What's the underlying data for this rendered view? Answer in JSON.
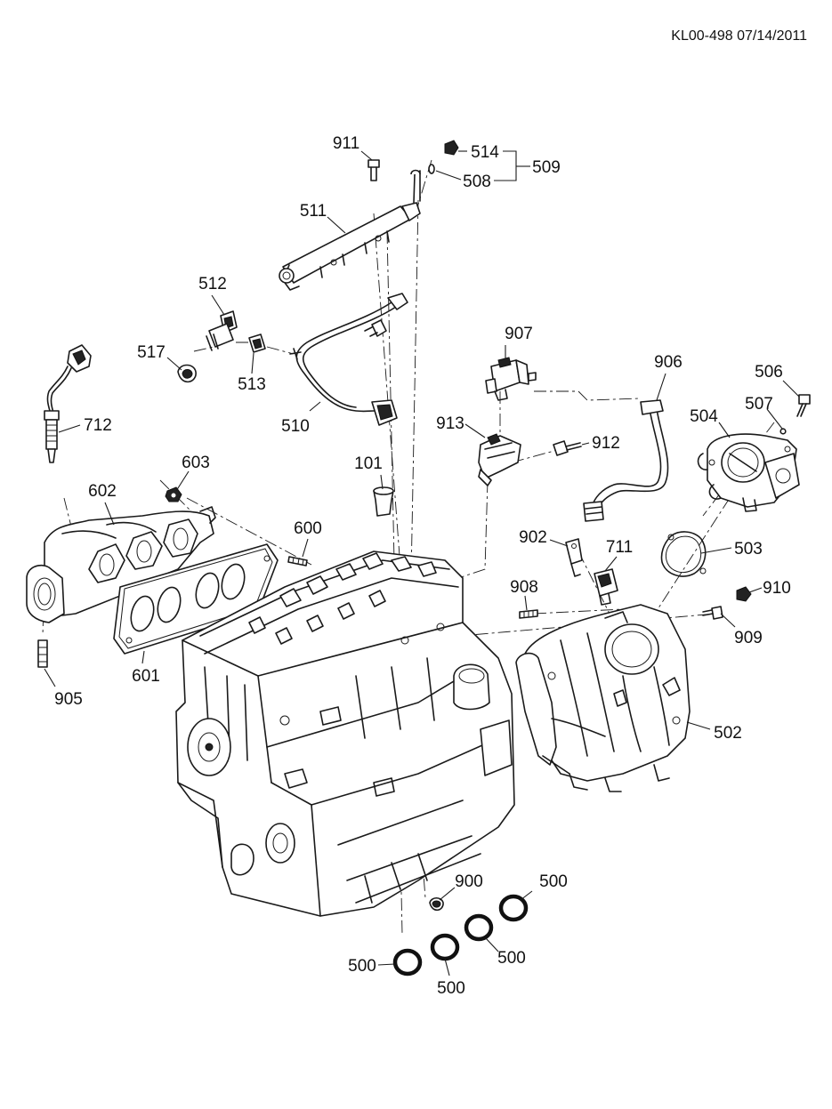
{
  "reference": "KL00-498 07/14/2011",
  "callouts": [
    {
      "id": "911",
      "label": "911"
    },
    {
      "id": "514",
      "label": "514"
    },
    {
      "id": "508",
      "label": "508"
    },
    {
      "id": "509",
      "label": "509"
    },
    {
      "id": "511",
      "label": "511"
    },
    {
      "id": "512",
      "label": "512"
    },
    {
      "id": "517",
      "label": "517"
    },
    {
      "id": "513",
      "label": "513"
    },
    {
      "id": "510",
      "label": "510"
    },
    {
      "id": "712",
      "label": "712"
    },
    {
      "id": "907",
      "label": "907"
    },
    {
      "id": "906",
      "label": "906"
    },
    {
      "id": "506",
      "label": "506"
    },
    {
      "id": "507",
      "label": "507"
    },
    {
      "id": "504",
      "label": "504"
    },
    {
      "id": "913",
      "label": "913"
    },
    {
      "id": "912",
      "label": "912"
    },
    {
      "id": "603",
      "label": "603"
    },
    {
      "id": "602",
      "label": "602"
    },
    {
      "id": "101",
      "label": "101"
    },
    {
      "id": "600",
      "label": "600"
    },
    {
      "id": "902",
      "label": "902"
    },
    {
      "id": "711",
      "label": "711"
    },
    {
      "id": "503",
      "label": "503"
    },
    {
      "id": "908",
      "label": "908"
    },
    {
      "id": "910",
      "label": "910"
    },
    {
      "id": "909",
      "label": "909"
    },
    {
      "id": "601",
      "label": "601"
    },
    {
      "id": "905",
      "label": "905"
    },
    {
      "id": "502",
      "label": "502"
    },
    {
      "id": "900",
      "label": "900"
    },
    {
      "id": "500a",
      "label": "500"
    },
    {
      "id": "500b",
      "label": "500"
    },
    {
      "id": "500c",
      "label": "500"
    },
    {
      "id": "500d",
      "label": "500"
    }
  ]
}
